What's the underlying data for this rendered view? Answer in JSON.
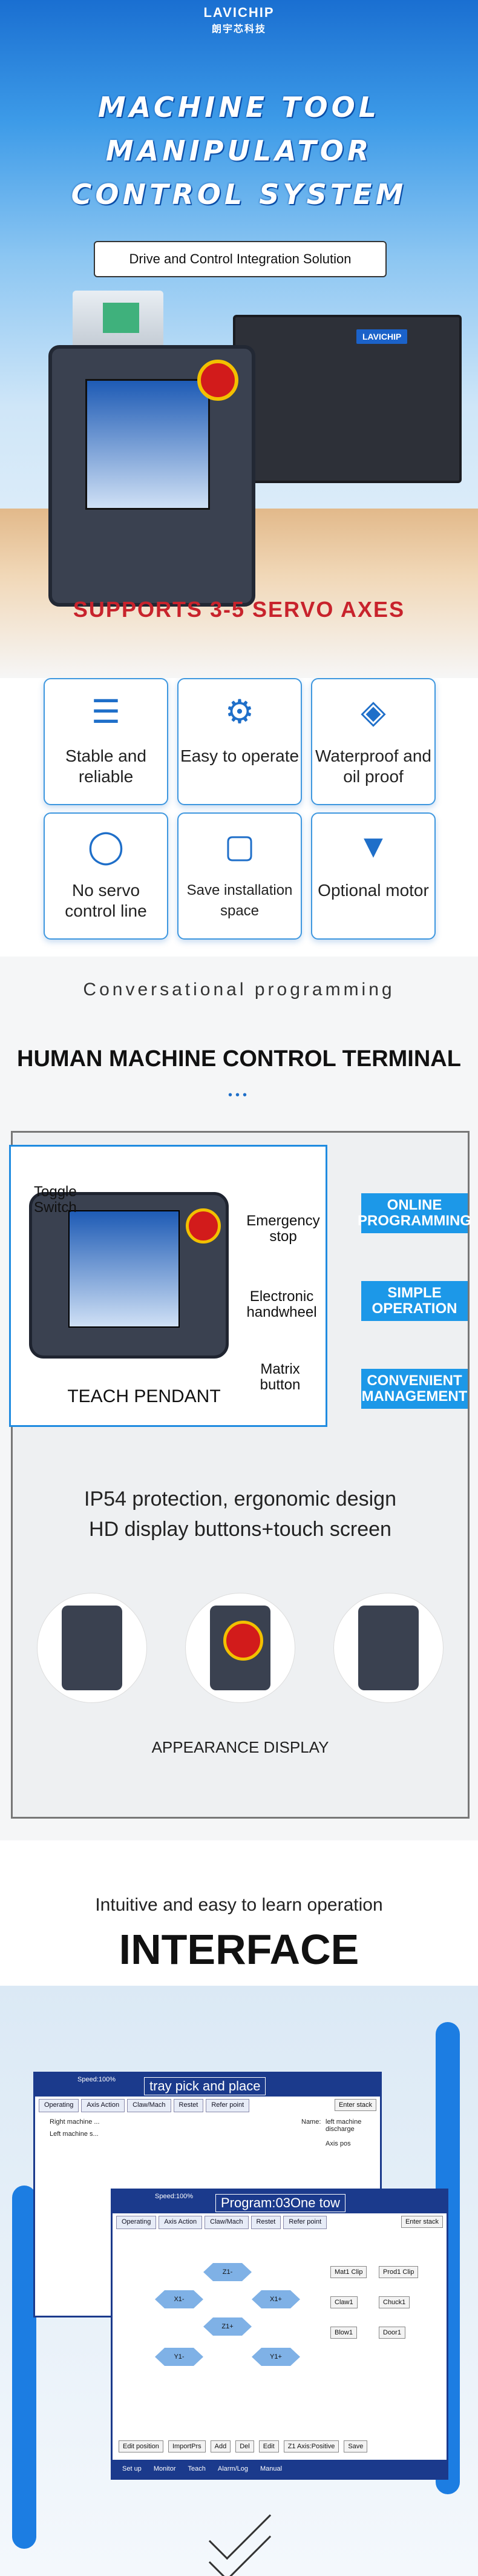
{
  "brand": {
    "name": "LAVICHIP",
    "sub": "朗宇芯科技"
  },
  "hero": {
    "title_lines": [
      "MACHINE TOOL",
      "MANIPULATOR",
      "CONTROL SYSTEM"
    ],
    "subtitle": "Drive and Control Integration Solution",
    "box_label": "LAVICHIP",
    "servo": "SUPPORTS 3-5 SERVO AXES"
  },
  "features": [
    {
      "icon": "layers-icon",
      "label": "Stable and reliable"
    },
    {
      "icon": "user-gear-icon",
      "label": "Easy to operate"
    },
    {
      "icon": "water-drop-icon",
      "label": "Waterproof and oil proof"
    },
    {
      "icon": "shield-icon",
      "label": "No servo control line"
    },
    {
      "icon": "box-icon",
      "label": "Save installation space"
    },
    {
      "icon": "motor-icon",
      "label": "Optional motor"
    }
  ],
  "hmc": {
    "conversational": "Conversational programming",
    "title": "HUMAN MACHINE CONTROL TERMINAL",
    "annotations": {
      "toggle": "Toggle Switch",
      "emergency": "Emergency stop",
      "handwheel": "Electronic handwheel",
      "matrix": "Matrix button",
      "pendant": "TEACH PENDANT"
    },
    "badges": [
      "ONLINE PROGRAMMING",
      "SIMPLE OPERATION",
      "CONVENIENT MANAGEMENT"
    ],
    "ip_lines": [
      "IP54 protection, ergonomic design",
      "HD display buttons+touch screen"
    ],
    "appearance": "APPEARANCE DISPLAY"
  },
  "interface": {
    "intro": "Intuitive and easy to learn operation",
    "title": "INTERFACE",
    "screen1": {
      "title": "tray pick and place",
      "speed": "Speed:100%",
      "tabs": [
        "Operating",
        "Axis Action",
        "Claw/Mach",
        "Restet",
        "Refer point"
      ],
      "enter_stack": "Enter stack",
      "rows": [
        "Right machine ...",
        "Left machine s..."
      ],
      "name_label": "Name:",
      "name_value": "left machine discharge",
      "axis_pos": "Axis pos"
    },
    "screen2": {
      "title": "Program:03One tow",
      "speed": "Speed:100%",
      "tabs": [
        "Operating",
        "Axis Action",
        "Claw/Mach",
        "Restet",
        "Refer point"
      ],
      "enter_stack": "Enter stack",
      "axes": [
        "Z1-",
        "X1-",
        "X1+",
        "Z1+",
        "Y1-",
        "Y1+"
      ],
      "buttons": [
        "Mat1 Clip",
        "Prod1 Clip",
        "Claw1",
        "Chuck1",
        "Blow1",
        "Door1"
      ],
      "bottom": [
        "Edit position",
        "ImportPrs",
        "Add",
        "Del",
        "Edit",
        "Z1 Axis:Positive",
        "Save"
      ],
      "nav": [
        "Set up",
        "Monitor",
        "Teach",
        "Alarm/Log",
        "Manual"
      ]
    }
  }
}
